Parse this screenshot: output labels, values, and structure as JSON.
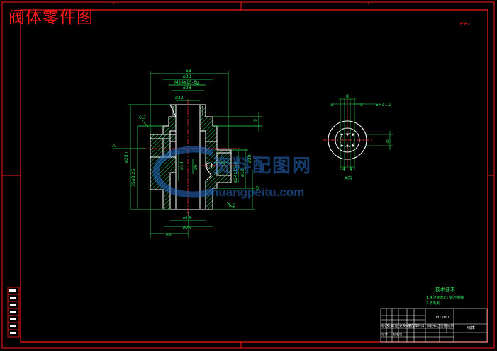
{
  "title": "阀体零件图",
  "watermark": {
    "brand": "资料配图网",
    "url": "huangpeitu.com"
  },
  "colors": {
    "border": "#ff1a1a",
    "outline": "#ffffff",
    "dimension": "#2ee85a",
    "centerline": "#ff3b3b",
    "hatch": "#2ee85a",
    "watermark": "#2c6fc8"
  },
  "dimensions": {
    "overall_width": "58",
    "d33": "ø33",
    "thread": "M24x15-6g",
    "d28": "ø28",
    "d32": "ø32",
    "r9": "9",
    "left_small": "ø8",
    "height_main": "ø25h",
    "height_total": "35ø8.25",
    "d14": "ø14",
    "d6": "ø6",
    "d10": "10",
    "d12": "ø12",
    "right_vert": "ø24x15-6",
    "d20": "ø20",
    "r37": "37",
    "bottom_d18": "ø18",
    "bottom_d25": "ø25",
    "bottom_65": "65",
    "label_a": "A",
    "roughness_1": "6.3",
    "roughness_2": "1.6"
  },
  "side_view": {
    "dim_top": "8",
    "dim_3_left": "3",
    "dim_3_right": "3",
    "holes": "6×ø1.2",
    "dim_right": "9",
    "dim_4a": "4",
    "dim_4b": "4",
    "label": "A向"
  },
  "notes": {
    "heading": "技术要求",
    "line1": "1.未注倒角C1,锐边倒钝.",
    "line2": "2.去毛刺."
  },
  "title_block": {
    "material": "HT200",
    "part_name": "阀体",
    "scale": "1:1",
    "cells": [
      "标记",
      "处数",
      "分区",
      "更改文件号",
      "签名",
      "年月日",
      "设计",
      "标准化",
      "阶段标记",
      "重量",
      "比例"
    ]
  },
  "left_strip": [
    "",
    "",
    "",
    "",
    "",
    "",
    ""
  ]
}
